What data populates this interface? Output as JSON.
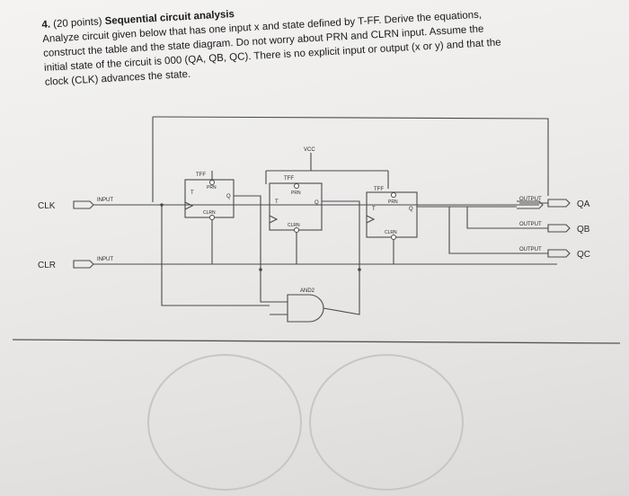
{
  "problem": {
    "number": "4.",
    "points": "(20 points)",
    "title": "Sequential circuit analysis",
    "line1": "Analyze circuit given below that has one input x and state defined by T-FF. Derive the equations,",
    "line2": "construct the table and the state diagram. Do not worry about PRN and CLRN input. Assume the",
    "line3": "initial state of the circuit is 000 (QA, QB, QC). There is no explicit input or output (x or y) and that the",
    "line4": "clock (CLK) advances the state."
  },
  "circuit": {
    "inputs": [
      {
        "name": "CLK",
        "tag": "INPUT"
      },
      {
        "name": "CLR",
        "tag": "INPUT"
      }
    ],
    "outputs": [
      {
        "name": "QA",
        "tag": "OUTPUT"
      },
      {
        "name": "QB",
        "tag": "OUTPUT"
      },
      {
        "name": "QC",
        "tag": "OUTPUT"
      }
    ],
    "vcc": "VCC",
    "gate": "AND2",
    "flipflops": [
      {
        "type": "TFF",
        "prn": "PRN",
        "clrn": "CLRN",
        "t": "T",
        "q": "Q"
      },
      {
        "type": "TFF",
        "prn": "PRN",
        "clrn": "CLRN",
        "t": "T",
        "q": "Q"
      },
      {
        "type": "TFF",
        "prn": "PRN",
        "clrn": "CLRN",
        "t": "T",
        "q": "Q"
      }
    ]
  }
}
